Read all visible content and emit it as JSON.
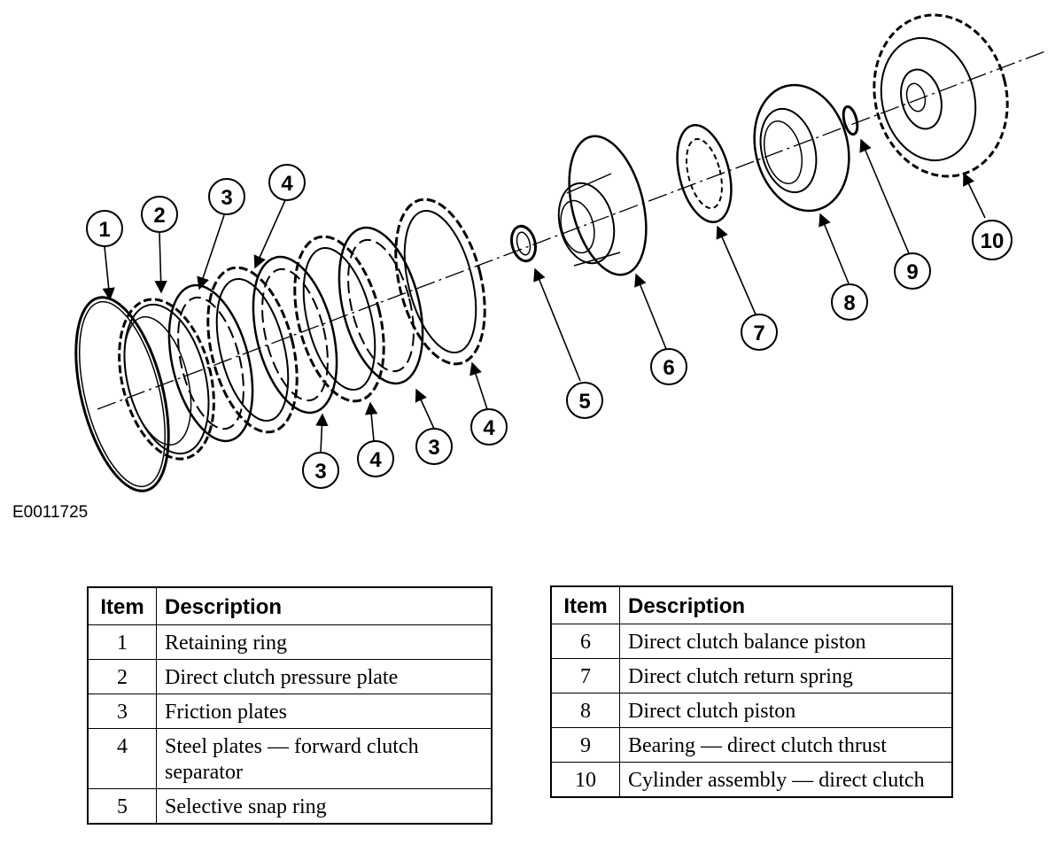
{
  "figure": {
    "id": "E0011725",
    "callouts": [
      "1",
      "2",
      "3",
      "4",
      "3",
      "4",
      "3",
      "4",
      "5",
      "6",
      "7",
      "8",
      "9",
      "10"
    ]
  },
  "tables": [
    {
      "headers": {
        "item": "Item",
        "description": "Description"
      },
      "rows": [
        {
          "item": "1",
          "description": "Retaining ring"
        },
        {
          "item": "2",
          "description": "Direct clutch pressure plate"
        },
        {
          "item": "3",
          "description": "Friction plates"
        },
        {
          "item": "4",
          "description": "Steel plates — forward clutch separator"
        },
        {
          "item": "5",
          "description": "Selective snap ring"
        }
      ]
    },
    {
      "headers": {
        "item": "Item",
        "description": "Description"
      },
      "rows": [
        {
          "item": "6",
          "description": "Direct clutch balance piston"
        },
        {
          "item": "7",
          "description": "Direct clutch return spring"
        },
        {
          "item": "8",
          "description": "Direct clutch piston"
        },
        {
          "item": "9",
          "description": "Bearing — direct clutch thrust"
        },
        {
          "item": "10",
          "description": "Cylinder assembly — direct clutch"
        }
      ]
    }
  ]
}
